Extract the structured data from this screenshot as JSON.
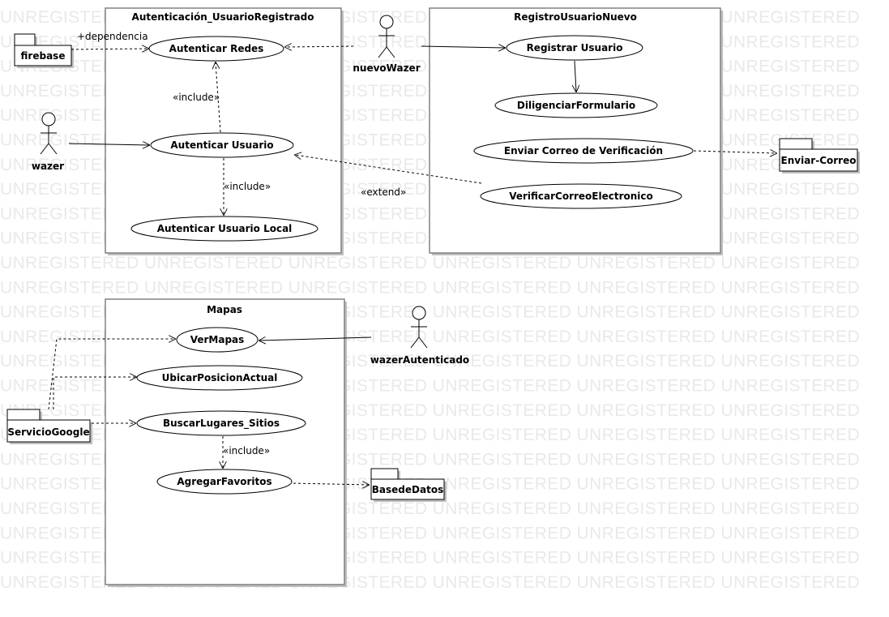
{
  "watermark": "UNREGISTERED UNREGISTERED UNREGISTERED UNREGISTERED UNREGISTERED UNREGISTERED",
  "colors": {
    "line": "#000000",
    "frame": "#808080",
    "shadow": "#bfbfbf",
    "watermark": "#e9e9e9"
  },
  "subsystems": {
    "auth": "Autenticación_UsuarioRegistrado",
    "registro": "RegistroUsuarioNuevo",
    "mapas": "Mapas"
  },
  "actors": {
    "nuevo_wazer": "nuevoWazer",
    "wazer": "wazer",
    "wazer_autenticado": "wazerAutenticado"
  },
  "use_cases": {
    "autenticar_redes": "Autenticar Redes",
    "autenticar_usuario": "Autenticar Usuario",
    "autenticar_usuario_local": "Autenticar Usuario Local",
    "registrar_usuario": "Registrar Usuario",
    "diligenciar_formulario": "DiligenciarFormulario",
    "enviar_correo_verificacion": "Enviar Correo de Verificación",
    "verificar_correo": "VerificarCorreoElectronico",
    "ver_mapas": "VerMapas",
    "ubicar_posicion": "UbicarPosicionActual",
    "buscar_lugares": "BuscarLugares_Sitios",
    "agregar_favoritos": "AgregarFavoritos"
  },
  "packages": {
    "firebase": "firebase",
    "enviar_correo": "Enviar-Correo",
    "servicio_google": "ServicioGoogle",
    "base_datos": "BasedeDatos"
  },
  "relation_labels": {
    "dependencia": "+dependencia",
    "include_1": "«include»",
    "include_2": "«include»",
    "extend": "«extend»",
    "include_3": "«include»"
  }
}
